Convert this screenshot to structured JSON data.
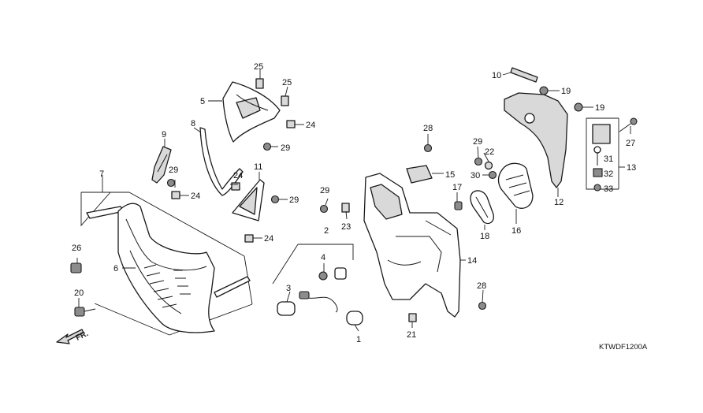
{
  "diagram": {
    "code": "KTWDF1200A",
    "front_label": "FR.",
    "callouts": {
      "c1": "1",
      "c2": "2",
      "c3": "3",
      "c4": "4",
      "c5": "5",
      "c6": "6",
      "c7": "7",
      "c8": "8",
      "c9": "9",
      "c10": "10",
      "c11": "11",
      "c12": "12",
      "c13": "13",
      "c14": "14",
      "c15": "15",
      "c16": "16",
      "c17": "17",
      "c18": "18",
      "c19a": "19",
      "c19b": "19",
      "c20": "20",
      "c21": "21",
      "c22": "22",
      "c23": "23",
      "c24a": "24",
      "c24b": "24",
      "c24c": "24",
      "c24d": "24",
      "c25a": "25",
      "c25b": "25",
      "c26": "26",
      "c27": "27",
      "c28a": "28",
      "c28b": "28",
      "c29a": "29",
      "c29b": "29",
      "c29c": "29",
      "c29d": "29",
      "c29e": "29",
      "c30": "30",
      "c31": "31",
      "c32": "32",
      "c33": "33"
    }
  }
}
